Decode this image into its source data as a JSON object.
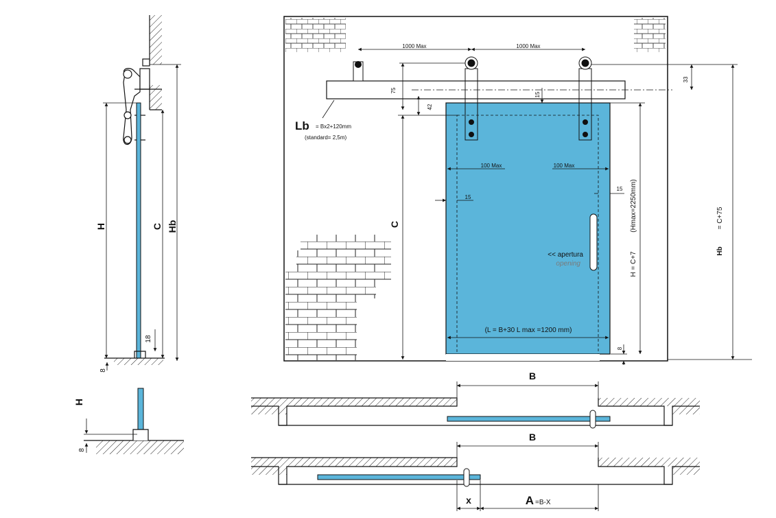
{
  "colors": {
    "glass": "#5bb5da",
    "line": "#1a1a1a",
    "accent_text": "#7a7a7a"
  },
  "side_view": {
    "label_H": "H",
    "label_C": "C",
    "label_Hb": "Hb",
    "dim_18": "18",
    "dim_8": "8"
  },
  "detail_view": {
    "label_H": "H",
    "dim_8": "8"
  },
  "front_view": {
    "dim_1000_left": "1000 Max",
    "dim_1000_right": "1000 Max",
    "dim_75": "75",
    "dim_15_top": "15",
    "dim_42": "42",
    "dim_33": "33",
    "lb_label": "Lb",
    "lb_formula": "= Bx2+120mm",
    "lb_standard": "(standard= 2,5m)",
    "dim_100_left": "100 Max",
    "dim_100_right": "100 Max",
    "dim_15_left": "15",
    "dim_15_right": "15",
    "label_C": "C",
    "h_formula": "H = C+7",
    "hmax": "(Hmax=2250mm)",
    "hb_label": "Hb",
    "hb_formula": "= C+75",
    "apertura": "<< apertura",
    "opening": "opening",
    "l_formula": "(L = B+30 L max =1200 mm)",
    "dim_8": "8"
  },
  "plan_views": {
    "label_B_top": "B",
    "label_B_bottom": "B",
    "label_x": "x",
    "label_A": "A",
    "a_formula": "=B-X"
  }
}
